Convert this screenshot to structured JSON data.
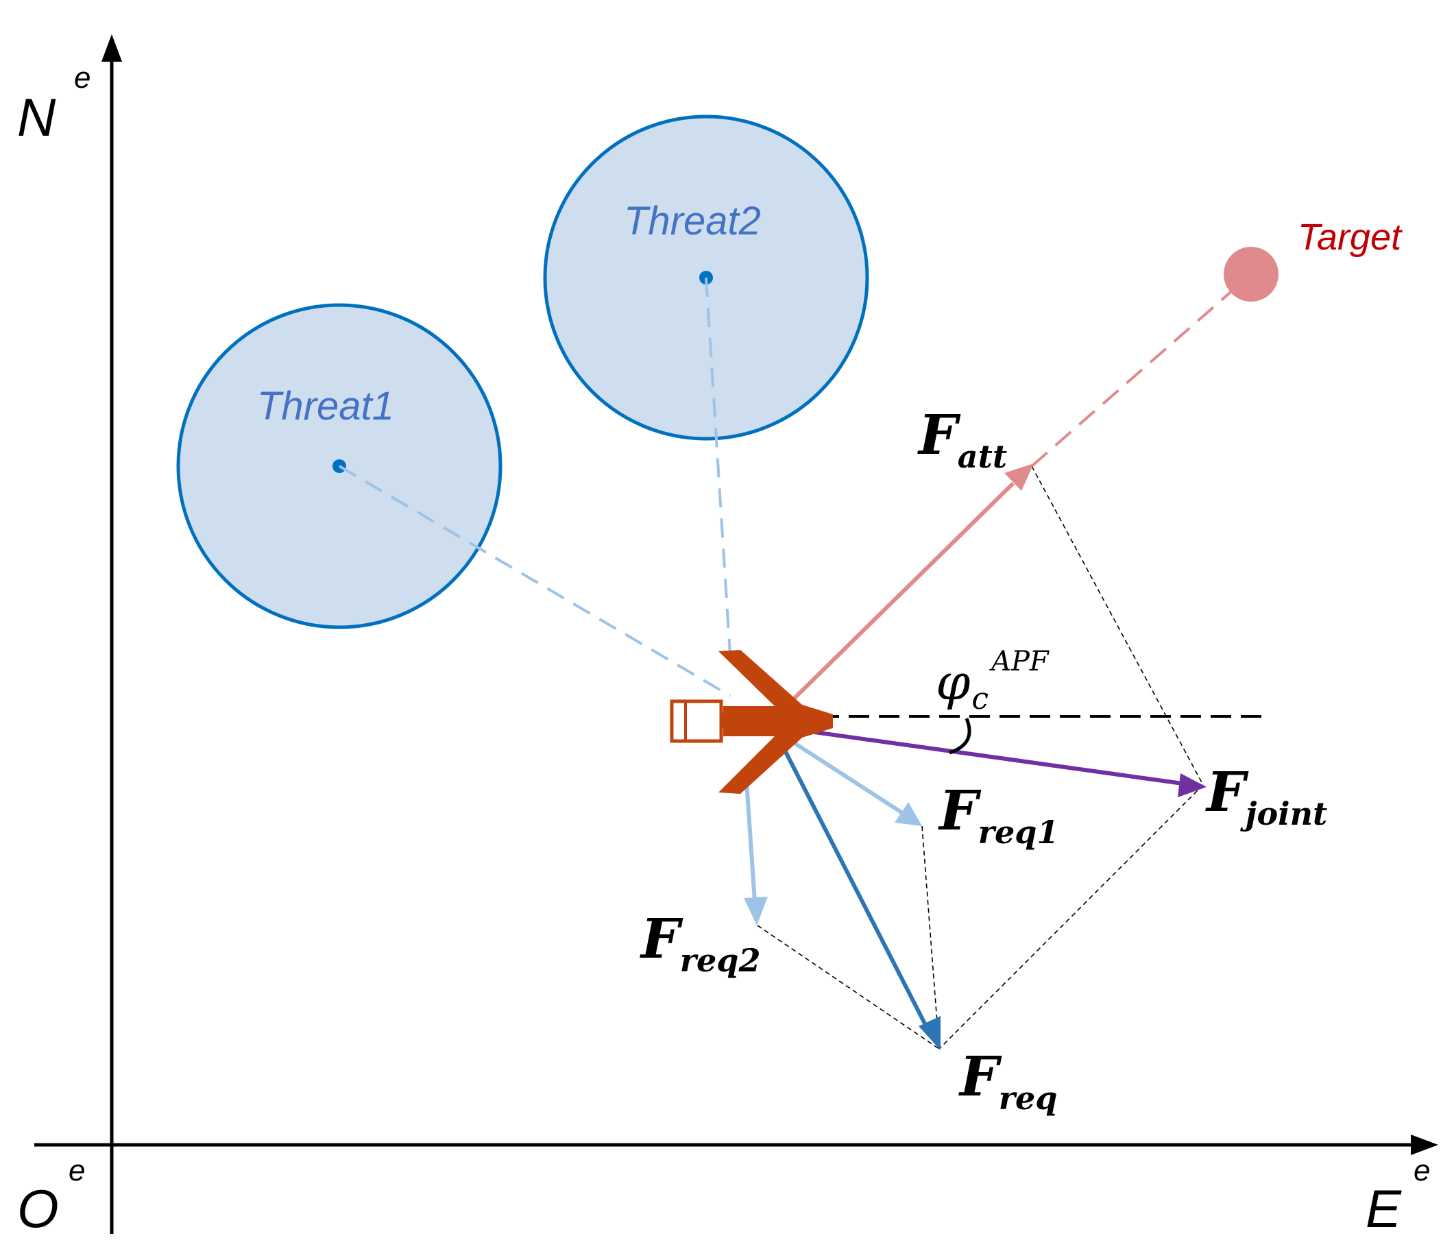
{
  "axes": {
    "north": {
      "main": "N",
      "sup": "e"
    },
    "east": {
      "main": "E",
      "sup": "e"
    },
    "origin": {
      "main": "O",
      "sup": "e"
    }
  },
  "threats": [
    {
      "label": "Threat1"
    },
    {
      "label": "Threat2"
    }
  ],
  "target": {
    "label": "Target"
  },
  "forces": {
    "att": {
      "main": "F",
      "sub": "att"
    },
    "joint": {
      "main": "F",
      "sub": "joint"
    },
    "req1": {
      "main": "F",
      "sub": "req1"
    },
    "req2": {
      "main": "F",
      "sub": "req2"
    },
    "req": {
      "main": "F",
      "sub": "req"
    }
  },
  "angle": {
    "main": "φ",
    "sub": "c",
    "sup": "APF"
  },
  "colors": {
    "threat_fill": "#cfdeee",
    "threat_stroke": "#0070c0",
    "threat_line": "#9dc3e6",
    "target": "#e18a8e",
    "attraction": "#e18a8e",
    "joint": "#7030a0",
    "repulsion_total": "#2e75b6",
    "repulsion_part": "#9dc3e6",
    "aircraft": "#c0440c"
  },
  "icons": {
    "aircraft": "fighter-jet-icon"
  }
}
